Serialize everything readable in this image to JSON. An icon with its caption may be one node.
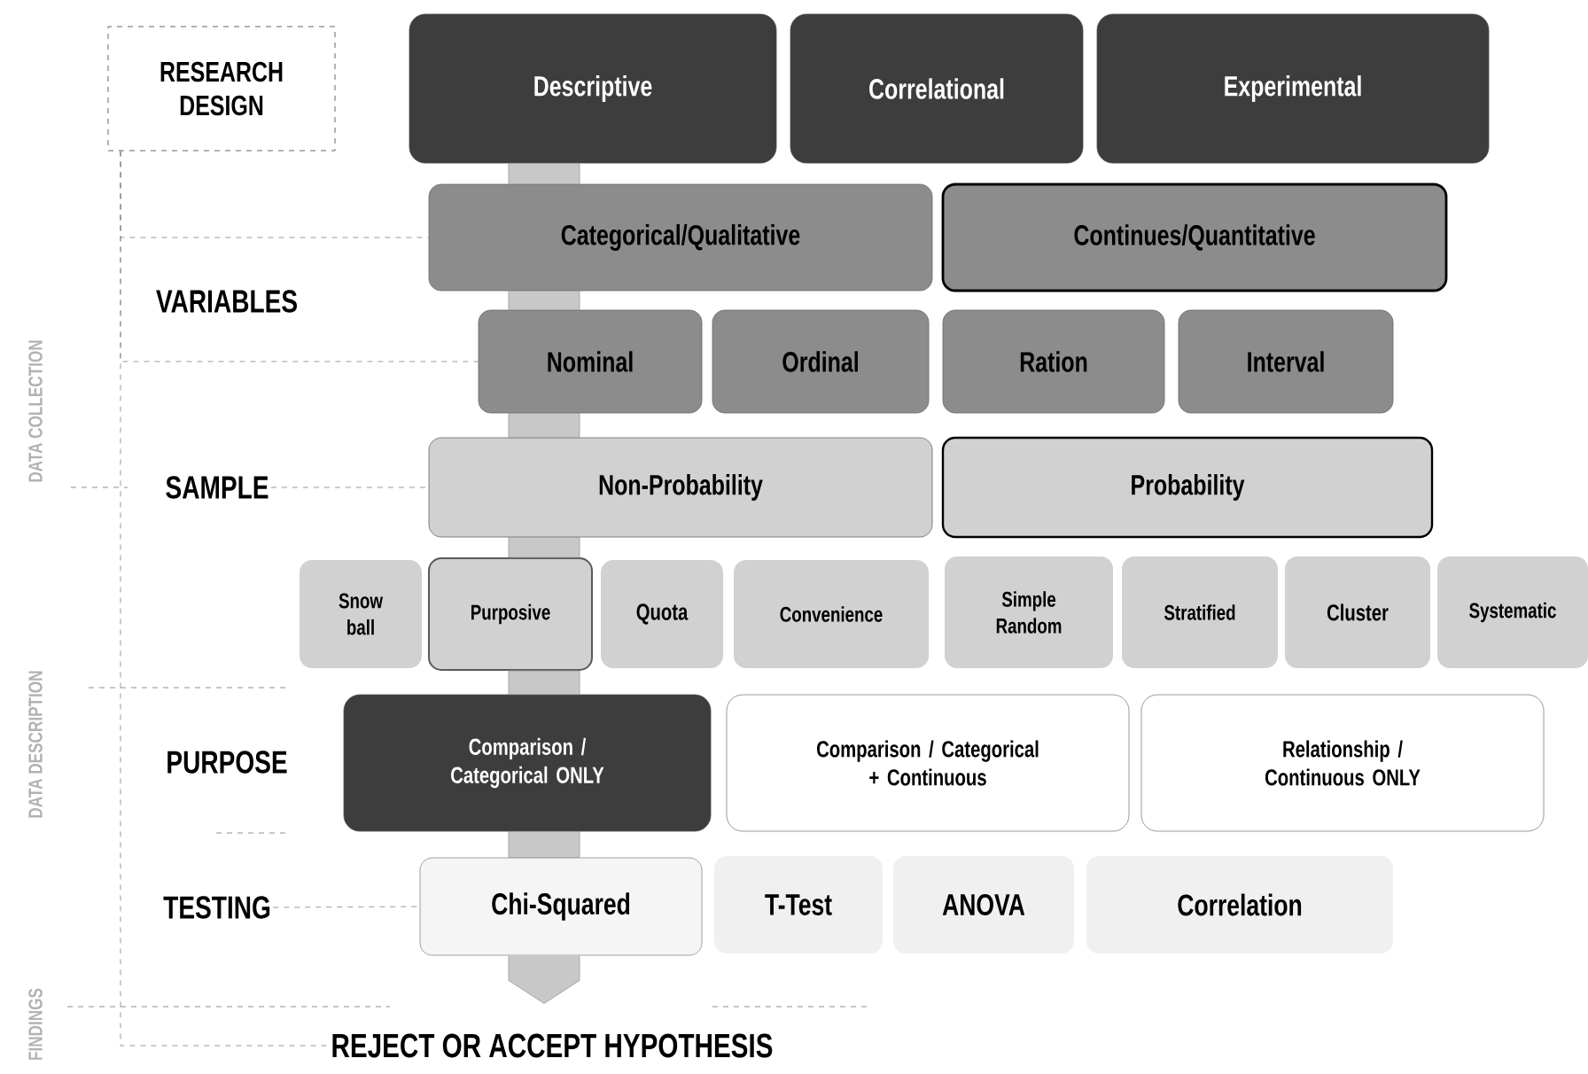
{
  "diagram": {
    "nodes": [
      {
        "text": [
          "RESEARCH DESIGN"
        ]
      },
      {
        "text": [
          "Descriptive"
        ]
      },
      {
        "text": [
          "Correlational"
        ]
      },
      {
        "text": [
          "Experimental"
        ]
      },
      {
        "text": [
          "Categorical/Qualitative"
        ]
      },
      {
        "text": [
          "Continues/Quantitative"
        ]
      },
      {
        "text": [
          "Nominal"
        ]
      },
      {
        "text": [
          "Ordinal"
        ]
      },
      {
        "text": [
          "Ration"
        ]
      },
      {
        "text": [
          "Interval"
        ]
      },
      {
        "text": [
          "Non-Probability"
        ]
      },
      {
        "text": [
          "Probability"
        ]
      },
      {
        "text": [
          "Snow ball"
        ]
      },
      {
        "text": [
          "Purposive"
        ]
      },
      {
        "text": [
          "Quota"
        ]
      },
      {
        "text": [
          "Convenience"
        ]
      },
      {
        "text": [
          "Simple Random"
        ]
      },
      {
        "text": [
          "Stratified"
        ]
      },
      {
        "text": [
          "Cluster"
        ]
      },
      {
        "text": [
          "Systematic"
        ]
      },
      {
        "text": [
          "Comparison / Categorical ONLY"
        ]
      },
      {
        "text": [
          "Comparison / Categorical + Continuous"
        ]
      },
      {
        "text": [
          "Relationship / Continuous ONLY"
        ]
      },
      {
        "text": [
          "Chi-Squared"
        ]
      },
      {
        "text": [
          "T-Test"
        ]
      },
      {
        "text": [
          "ANOVA"
        ]
      },
      {
        "text": [
          "Correlation"
        ]
      },
      {
        "text": [
          "SAMPLE"
        ]
      },
      {
        "text": [
          "TESTING"
        ]
      },
      {
        "text": [
          "REJECT OR ACCEPT HYPOTHESIS"
        ]
      }
    ],
    "edges": [
      {
        "from": 1,
        "to": 4,
        "arrow": "none"
      },
      {
        "from": 4,
        "to": 6,
        "arrow": "none"
      },
      {
        "from": 6,
        "to": 10,
        "arrow": "none"
      },
      {
        "from": 10,
        "to": 13,
        "arrow": "none"
      },
      {
        "from": 13,
        "to": 20,
        "arrow": "none"
      },
      {
        "from": 20,
        "to": 23,
        "arrow": "none"
      },
      {
        "from": 23,
        "to": null,
        "arrow": "to"
      },
      {
        "from": 0,
        "to": 4,
        "arrow": "none",
        "style": "dashed",
        "color": "#808080"
      },
      {
        "from": 0,
        "to": 6,
        "arrow": "none",
        "style": "dashed",
        "color": "#808080"
      },
      {
        "from": 0,
        "to": 29,
        "arrow": "none",
        "style": "dashed",
        "color": "#808080"
      },
      {
        "from": 27,
        "to": 10,
        "arrow": "none",
        "style": "dashed",
        "color": "#808080"
      },
      {
        "from": 28,
        "to": 23,
        "arrow": "none",
        "style": "dashed",
        "color": "#808080"
      }
    ],
    "labels": [
      "VARIABLES",
      "PURPOSE",
      "DATA COLLECTION",
      "DATA DESCRIPTION",
      "FINDINGS"
    ]
  }
}
